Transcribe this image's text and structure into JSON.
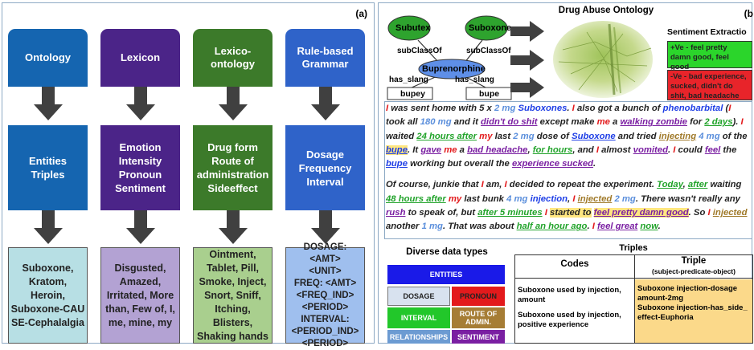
{
  "panel_a": {
    "label": "(a)",
    "columns": [
      {
        "head": "Ontology",
        "mid": "Entities\nTriples",
        "bottom": "Suboxone,\nKratom,\nHeroin,\nSuboxone-CAU\nSE-Cephalalgia"
      },
      {
        "head": "Lexicon",
        "mid": "Emotion\nIntensity\nPronoun\nSentiment",
        "bottom": "Disgusted,\nAmazed,\nIrritated, More\nthan, Few of, I,\nme, mine, my"
      },
      {
        "head": "Lexico-ontology",
        "mid": "Drug form\nRoute of\nadministration\nSideeffect",
        "bottom": "Ointment,\nTablet, Pill,\nSmoke, Inject,\nSnort, Sniff,\nItching,\nBlisters,\nShaking hands"
      },
      {
        "head": "Rule-based\nGrammar",
        "mid": "Dosage\nFrequency\nInterval",
        "bottom": "DOSAGE: <AMT>\n<UNIT>\nFREQ: <AMT>\n<FREQ_IND>\n<PERIOD>\nINTERVAL:\n<PERIOD_IND>\n<PERIOD>"
      }
    ],
    "colors": {
      "c1": "#1565b0",
      "c2": "#4b2488",
      "c3": "#3c7a2a",
      "c4": "#2f63c9",
      "b1": "#b7dfe4",
      "b2": "#b3a2d3",
      "b3": "#a9cf8e",
      "b4": "#9fbfee"
    }
  },
  "panel_b": {
    "label": "(b",
    "ontology": {
      "subutex": "Subutex",
      "suboxone": "Suboxone",
      "bupe_node": "Buprenorphine",
      "subclass1": "subClassOf",
      "subclass2": "subClassOf",
      "slang1": "has_slang",
      "slang2": "has_slang",
      "bupey": "bupey",
      "bupe": "bupe"
    },
    "title": "Drug Abuse Ontology",
    "sentiment": {
      "title": "Sentiment Extractio",
      "positive": "+Ve - feel pretty damn good, feel good",
      "negative": "-Ve - bad experience, sucked, didn't do shit, bad headache"
    },
    "diverse": {
      "title": "Diverse data types",
      "entities": "ENTITIES",
      "dosage": "DOSAGE",
      "pronoun": "PRONOUN",
      "interval": "INTERVAL",
      "route": "ROUTE OF ADMIN.",
      "relationships": "RELATIONSHIPS",
      "sentiment": "SENTIMENT"
    },
    "triples": {
      "title": "Triples",
      "codes_head": "Codes",
      "triple_head": "Triple",
      "triple_sub": "(subject-predicate-object)",
      "codes": [
        "Suboxone used by injection, amount",
        "Suboxone used by injection, positive experience"
      ],
      "triple_text": "Suboxone injection-dosage amount-2mg\nSuboxone injection-has_side_ effect-Euphoria"
    }
  }
}
